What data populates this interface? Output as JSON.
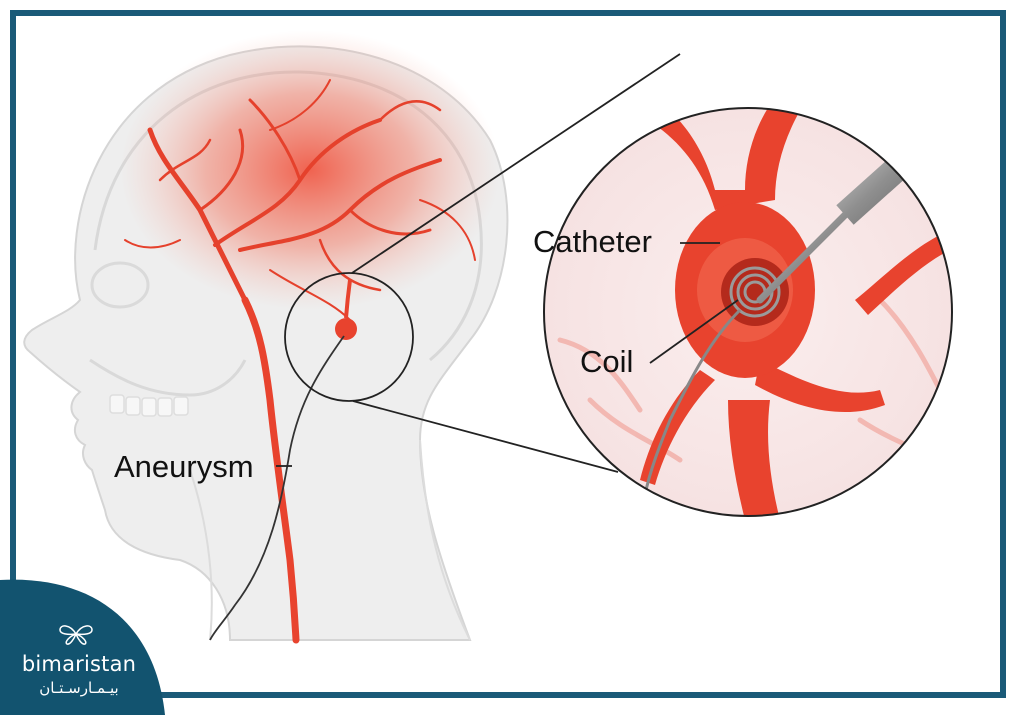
{
  "labels": {
    "catheter": "Catheter",
    "coil": "Coil",
    "aneurysm": "Aneurysm"
  },
  "logo": {
    "name_en": "bimaristan",
    "name_ar": "بيـمـارسـتـان",
    "icon": "butterfly-icon"
  },
  "colors": {
    "frame": "#1a5a78",
    "logo_bg": "#12536f",
    "vessel": "#e8432e",
    "vessel_glow": "#f26a52",
    "head_outline": "#cfcfcf",
    "line": "#222222",
    "catheter_metal": "#8a8a8a"
  }
}
